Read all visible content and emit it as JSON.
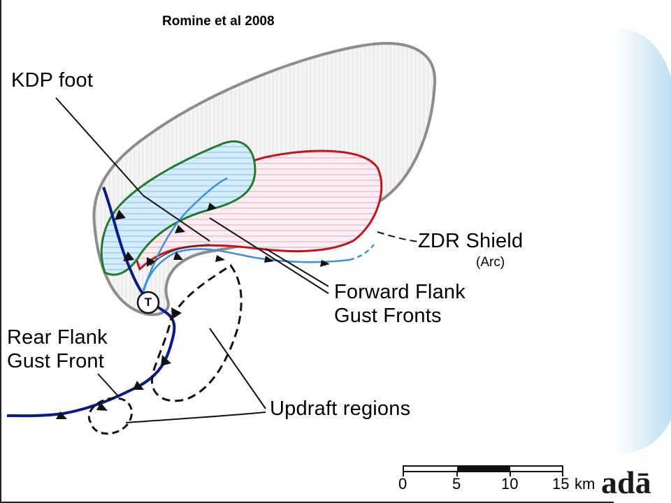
{
  "citation": "Romine et al 2008",
  "labels": {
    "kdp_foot": "KDP foot",
    "zdr_shield": "ZDR Shield",
    "arc": "(Arc)",
    "forward_flank_line1": "Forward Flank",
    "forward_flank_line2": "Gust Fronts",
    "rear_flank_line1": "Rear Flank",
    "rear_flank_line2": "Gust Front",
    "updraft": "Updraft regions",
    "tornado_marker": "T"
  },
  "scale_bar": {
    "ticks": [
      "0",
      "5",
      "10",
      "15"
    ],
    "unit": "km"
  },
  "logo_text": "adā",
  "colors": {
    "outer_echo": "#8c8c8c",
    "kdp_foot": "#1f7a2a",
    "zdr_shield": "#c0161b",
    "gust_front_blue": "#0a1a8c",
    "light_blue": "#3a8fe0",
    "background_blue": "#cfe7f6"
  }
}
